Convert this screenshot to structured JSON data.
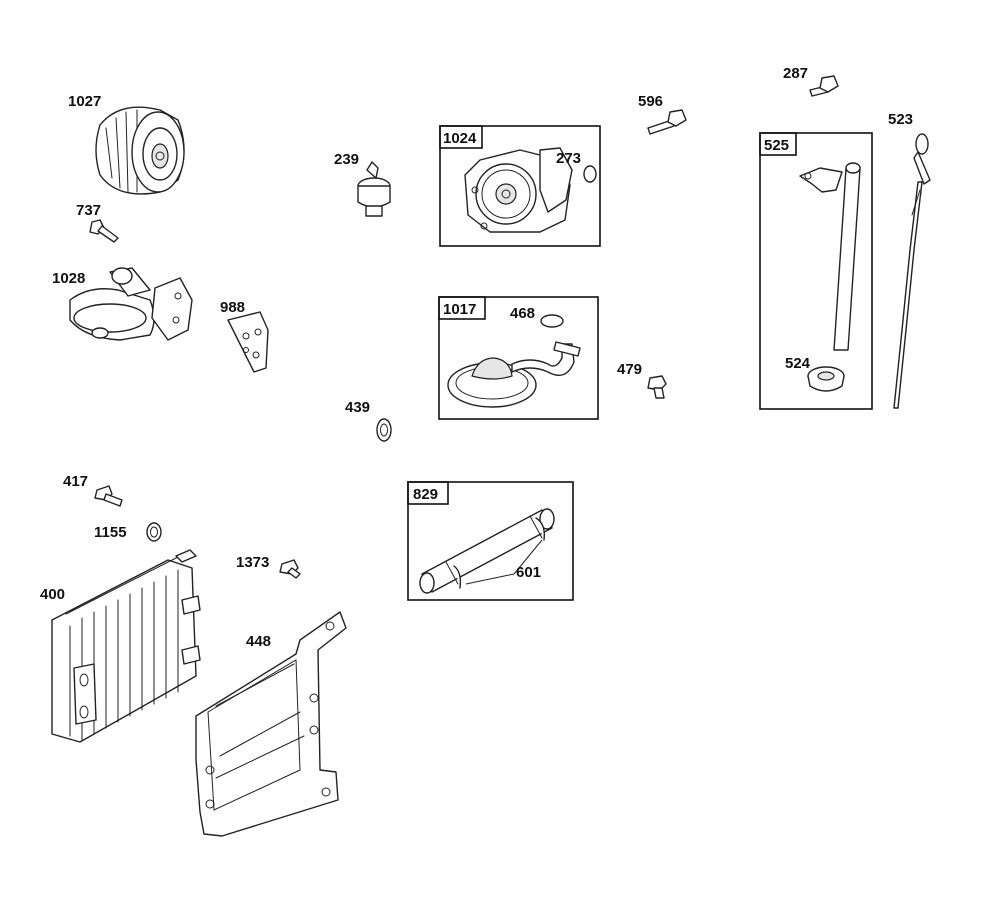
{
  "parts": {
    "p1027": "1027",
    "p737": "737",
    "p1028": "1028",
    "p988": "988",
    "p239": "239",
    "p1024": "1024",
    "p273": "273",
    "p596": "596",
    "p287": "287",
    "p523": "523",
    "p525": "525",
    "p524": "524",
    "p1017": "1017",
    "p468": "468",
    "p479": "479",
    "p439": "439",
    "p417": "417",
    "p1155": "1155",
    "p1373": "1373",
    "p400": "400",
    "p448": "448",
    "p829": "829",
    "p601": "601"
  }
}
